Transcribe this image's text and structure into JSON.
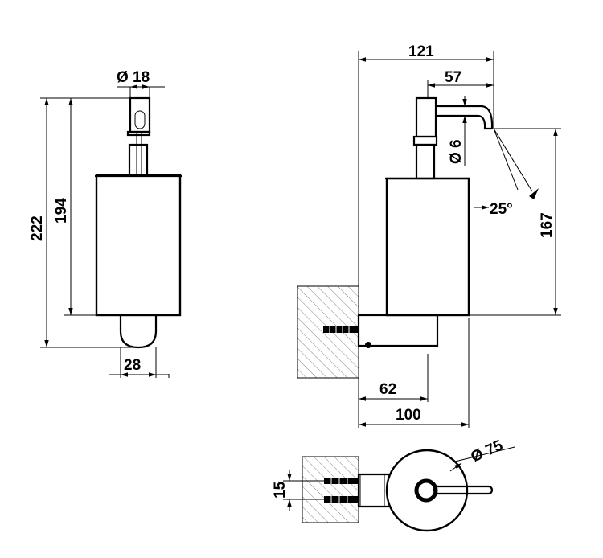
{
  "colors": {
    "ink": "#000000",
    "hatch": "#666666",
    "background": "#ffffff"
  },
  "front_view": {
    "pump_diameter": "Ø 18",
    "total_height": "222",
    "body_height": "194",
    "base_width": "28"
  },
  "side_view": {
    "projection": "121",
    "spout_reach": "57",
    "spout_diameter": "Ø 6",
    "spout_angle": "25°",
    "outlet_height": "167",
    "bracket_depth": "62",
    "wall_to_body_front": "100"
  },
  "top_view": {
    "body_diameter": "Ø 75",
    "screw_spacing": "15"
  }
}
